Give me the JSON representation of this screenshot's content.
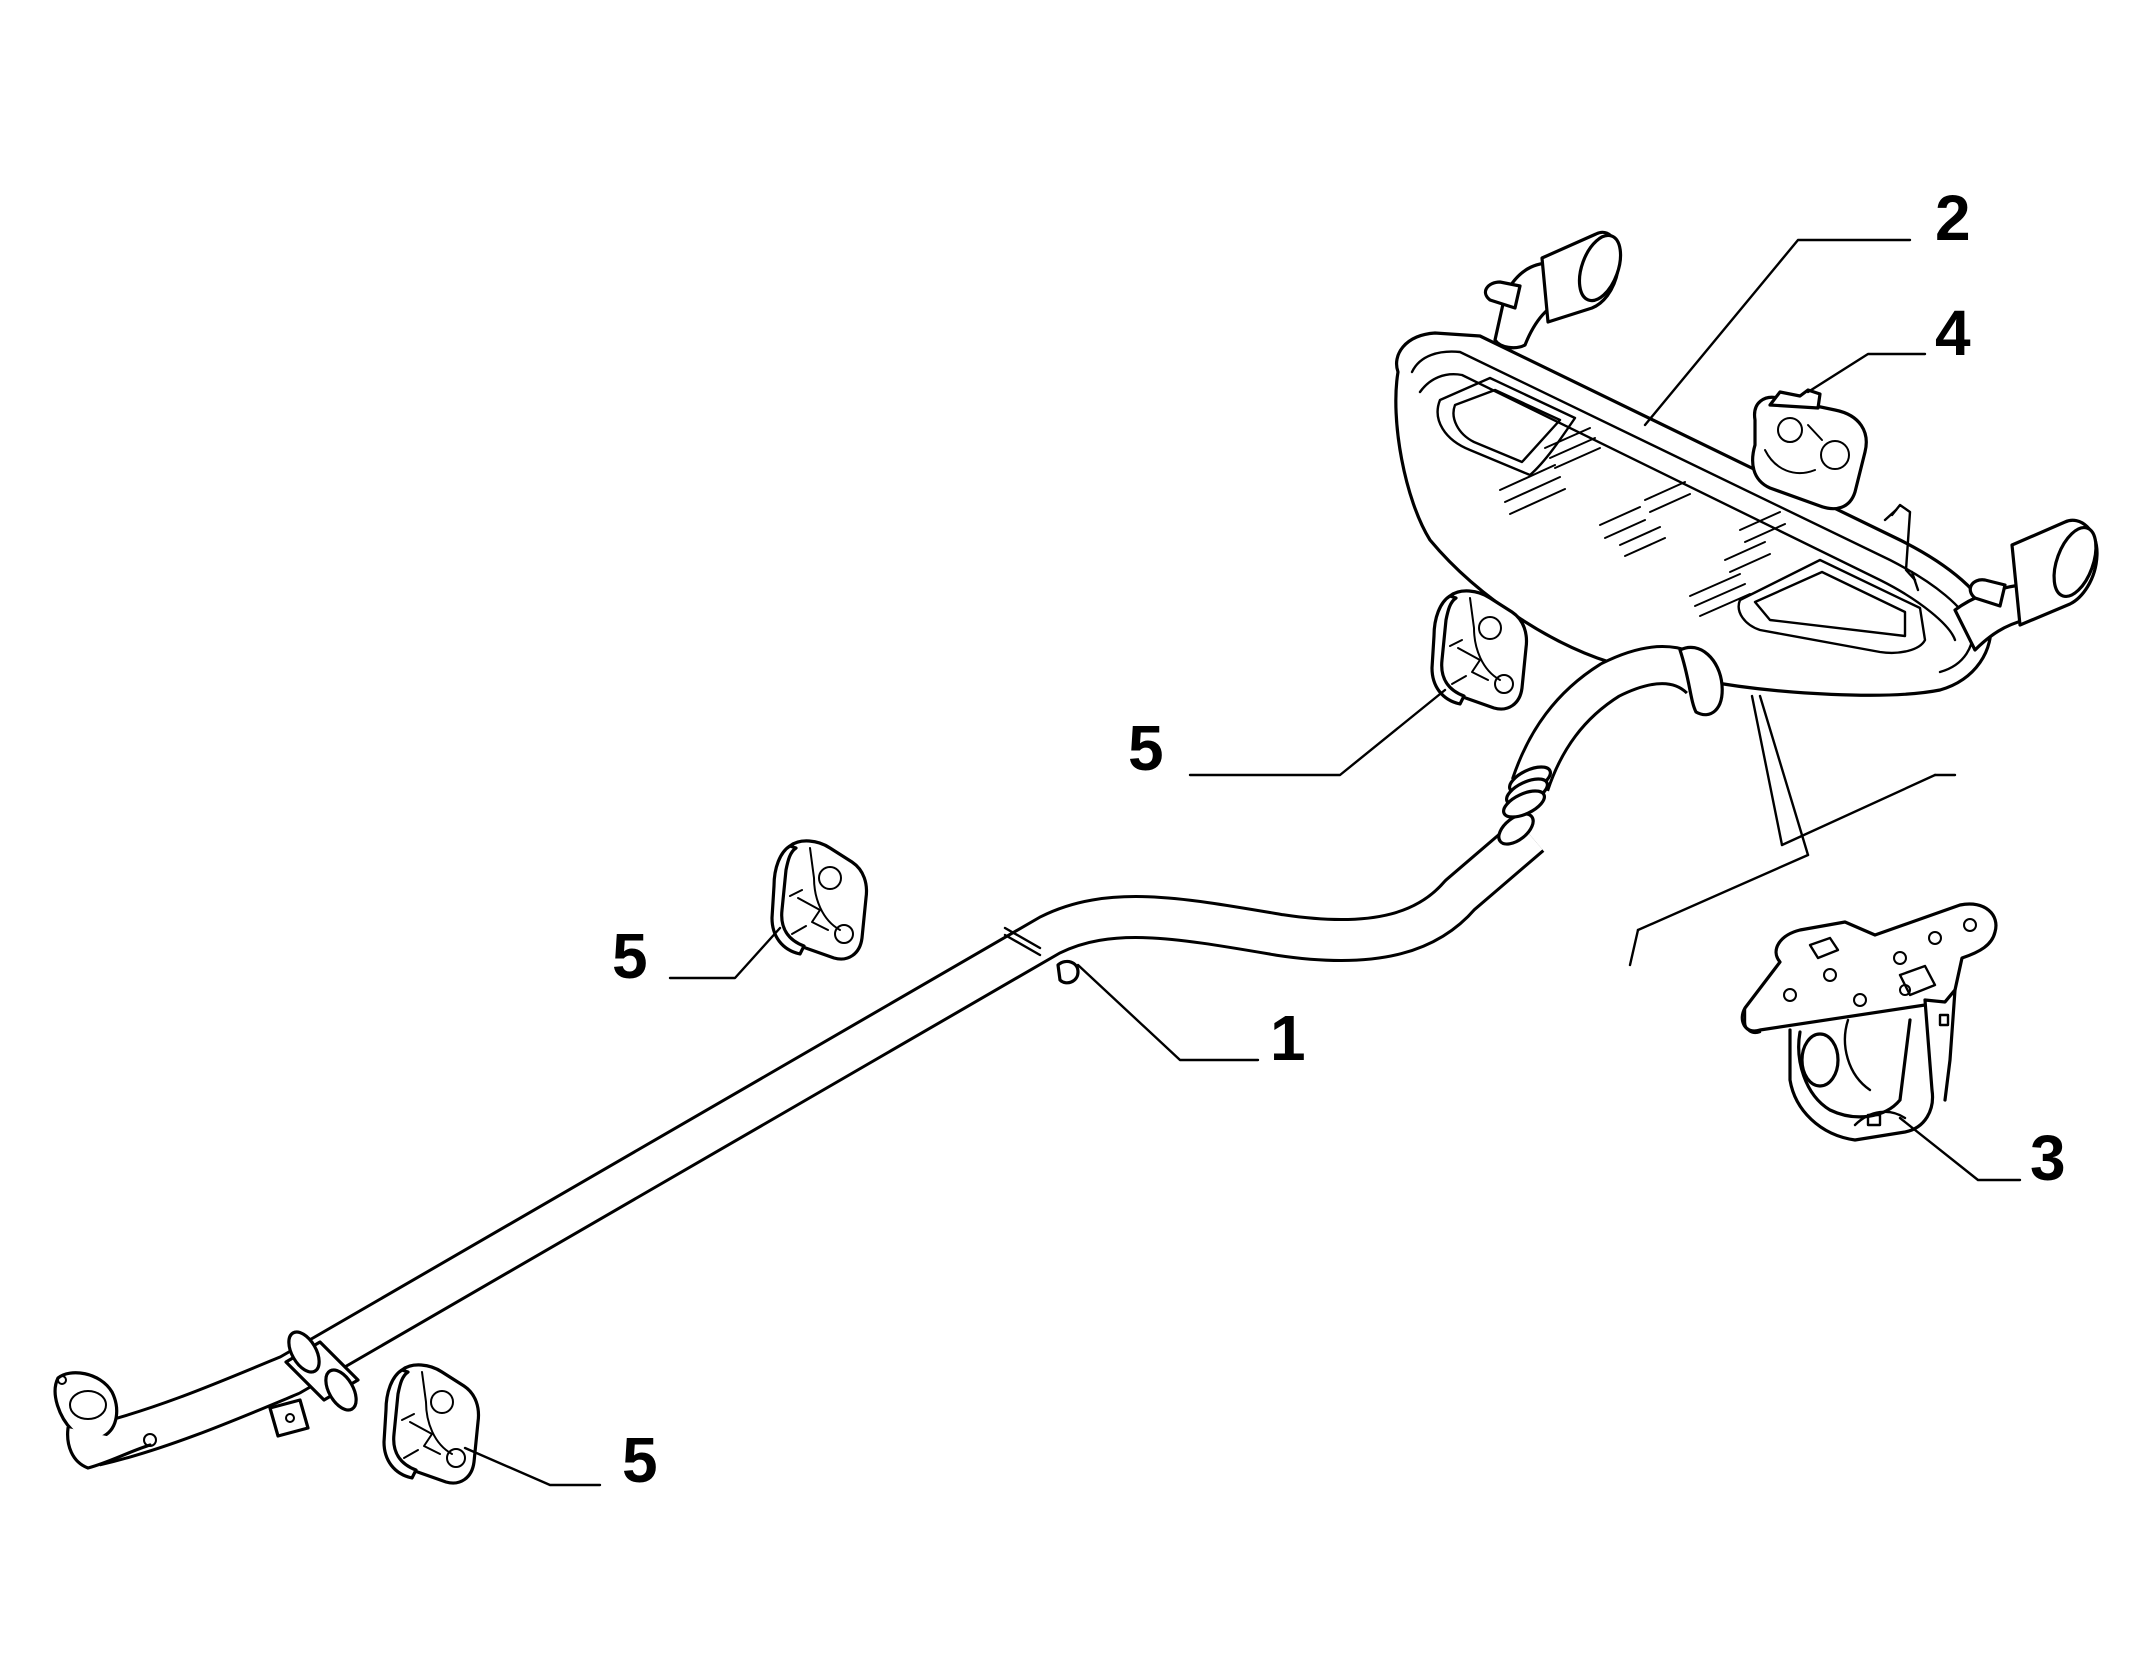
{
  "diagram": {
    "callouts": [
      {
        "id": "1",
        "label": "1"
      },
      {
        "id": "2",
        "label": "2"
      },
      {
        "id": "3",
        "label": "3"
      },
      {
        "id": "4",
        "label": "4"
      },
      {
        "id": "5a",
        "label": "5"
      },
      {
        "id": "5b",
        "label": "5"
      },
      {
        "id": "5c",
        "label": "5"
      }
    ]
  }
}
